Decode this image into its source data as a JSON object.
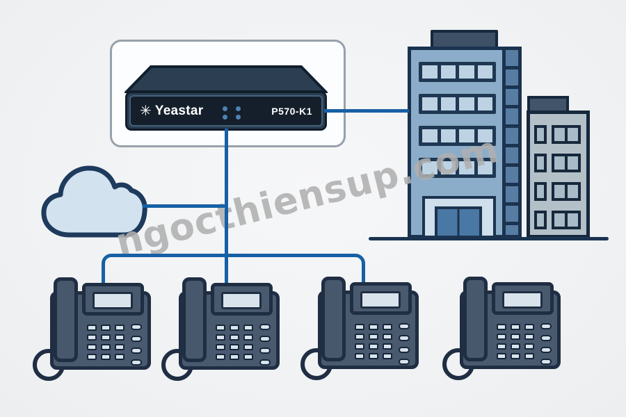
{
  "device": {
    "brand": "Yeastar",
    "model": "P570-K1",
    "logo_glyph": "✳",
    "led_count": 4
  },
  "watermark": {
    "text": "ngocthiensup.com"
  },
  "diagram": {
    "nodes": [
      {
        "id": "pbx",
        "type": "ip-pbx",
        "label": "Yeastar P570-K1"
      },
      {
        "id": "office-building",
        "type": "building"
      },
      {
        "id": "cloud",
        "type": "cloud-network"
      },
      {
        "id": "phone-1",
        "type": "desk-phone"
      },
      {
        "id": "phone-2",
        "type": "desk-phone"
      },
      {
        "id": "phone-3",
        "type": "desk-phone"
      },
      {
        "id": "phone-4",
        "type": "desk-phone"
      }
    ],
    "connections": [
      {
        "from": "pbx",
        "to": "office-building"
      },
      {
        "from": "pbx",
        "to": "cloud"
      },
      {
        "from": "pbx",
        "to": "phone-1"
      },
      {
        "from": "pbx",
        "to": "phone-2"
      },
      {
        "from": "pbx",
        "to": "phone-3"
      }
    ]
  },
  "colors": {
    "background": "#f1f3f5",
    "connection_line": "#1660a5",
    "device_body": "#2a3d50",
    "led_blue": "#4f82b3",
    "building_main": "#8cadc9",
    "building_secondary": "#b4c0c8",
    "cloud_fill": "#d3e2ef",
    "outline_navy": "#1c3350",
    "phone_body": "#4a5a6e",
    "watermark_gray": "#b0b0b0"
  }
}
